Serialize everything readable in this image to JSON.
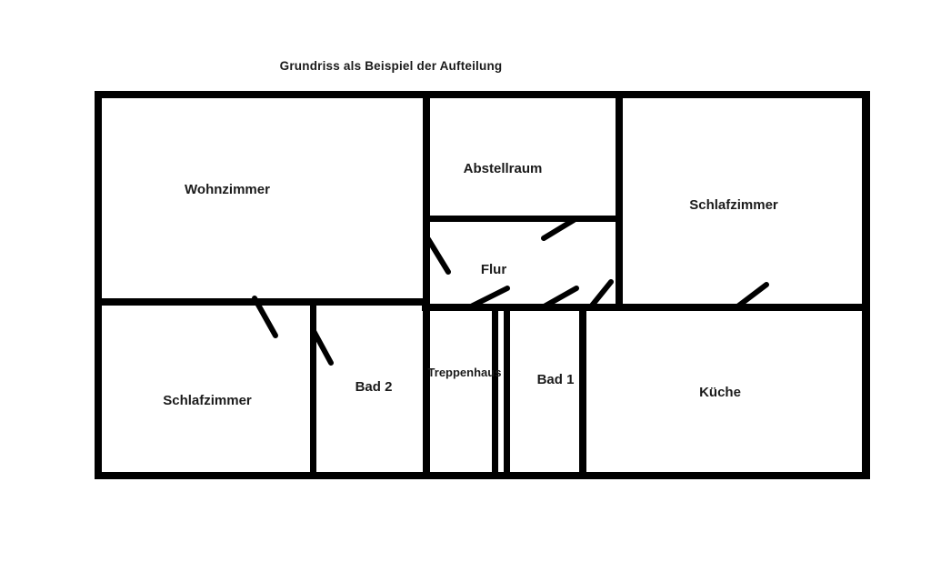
{
  "title": "Grundriss als Beispiel der Aufteilung",
  "rooms": [
    {
      "id": "wohnzimmer",
      "label": "Wohnzimmer"
    },
    {
      "id": "abstellraum",
      "label": "Abstellraum"
    },
    {
      "id": "schlafzimmer-oben",
      "label": "Schlafzimmer"
    },
    {
      "id": "flur",
      "label": "Flur"
    },
    {
      "id": "schlafzimmer-unten",
      "label": "Schlafzimmer"
    },
    {
      "id": "bad-2",
      "label": "Bad 2"
    },
    {
      "id": "treppenhaus",
      "label": "Treppenhaus"
    },
    {
      "id": "bad-1",
      "label": "Bad 1"
    },
    {
      "id": "kueche",
      "label": "Küche"
    }
  ],
  "colors": {
    "wall": "#000000",
    "text": "#1b1b1b",
    "background": "#ffffff"
  }
}
